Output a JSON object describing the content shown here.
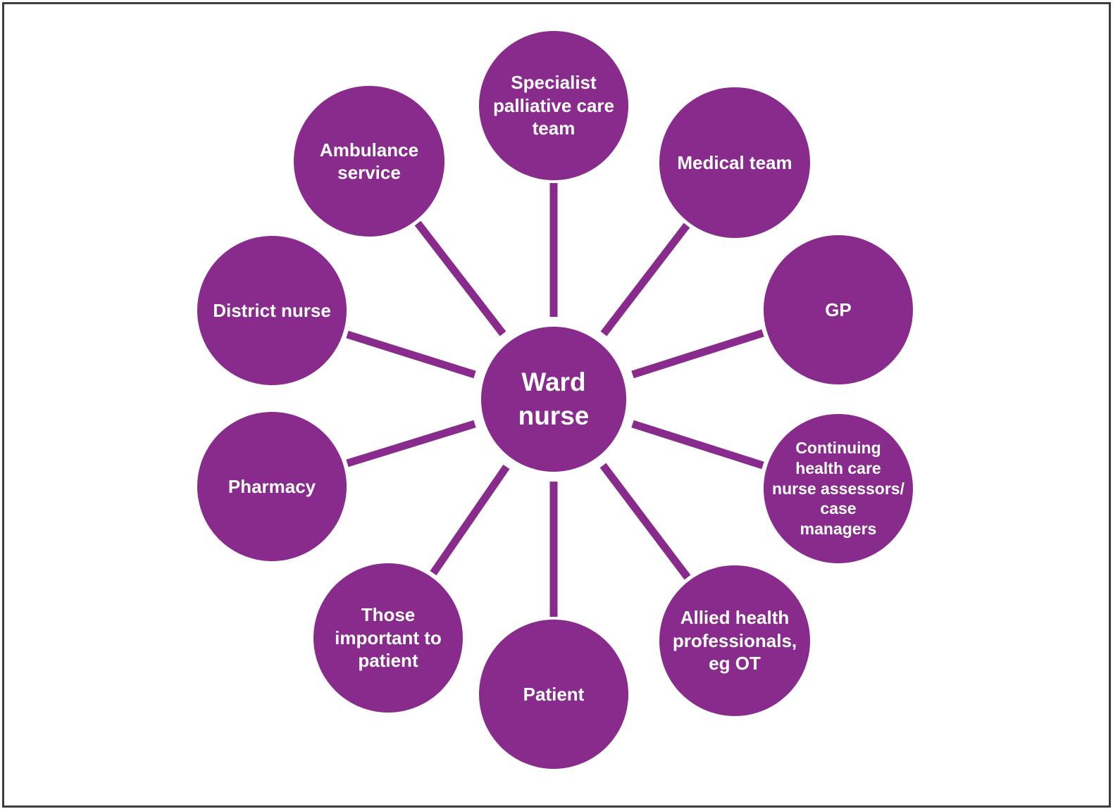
{
  "figure": {
    "type": "hub-and-spoke-diagram",
    "center_node": {
      "label": "Ward\nnurse"
    },
    "nodes": [
      {
        "id": "specialist-palliative-care-team",
        "label": "Specialist\npalliative care\nteam"
      },
      {
        "id": "medical-team",
        "label": "Medical team"
      },
      {
        "id": "gp",
        "label": "GP"
      },
      {
        "id": "continuing-health-care-nurse-assessors-case-managers",
        "label": "Continuing\nhealth care\nnurse assessors/\ncase\nmanagers"
      },
      {
        "id": "allied-health-professionals",
        "label": "Allied health\nprofessionals,\neg OT"
      },
      {
        "id": "patient",
        "label": "Patient"
      },
      {
        "id": "those-important-to-patient",
        "label": "Those\nimportant to\npatient"
      },
      {
        "id": "pharmacy",
        "label": "Pharmacy"
      },
      {
        "id": "district-nurse",
        "label": "District nurse"
      },
      {
        "id": "ambulance-service",
        "label": "Ambulance\nservice"
      }
    ],
    "colors": {
      "node_fill": "#882b8c",
      "node_text": "#ffffff",
      "connector": "#882b8c",
      "frame_border": "#3d3d3d",
      "background": "#ffffff"
    }
  }
}
